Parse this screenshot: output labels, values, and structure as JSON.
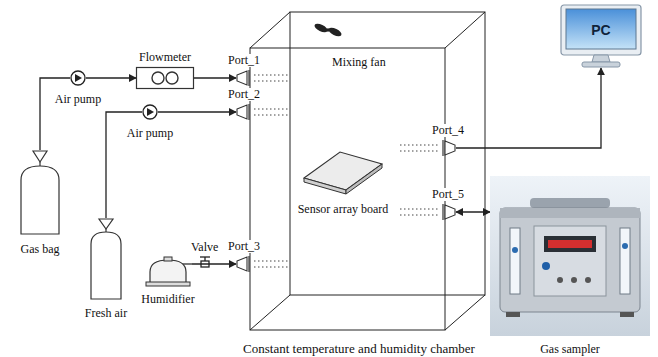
{
  "diagram": {
    "nodes": [
      {
        "text": [
          "Gas bag"
        ]
      },
      {
        "text": [
          "Air pump"
        ]
      },
      {
        "text": [
          "Flowmeter"
        ]
      },
      {
        "text": [
          "Fresh air"
        ]
      },
      {
        "text": [
          "Air pump"
        ]
      },
      {
        "text": [
          "Humidifier"
        ]
      },
      {
        "text": [
          "Constant temperature and humidity chamber"
        ]
      },
      {
        "text": [
          "Port_1"
        ],
        "in": 6
      },
      {
        "text": [
          "Port_2"
        ],
        "in": 6
      },
      {
        "text": [
          "Port_3"
        ],
        "in": 6
      },
      {
        "text": [
          "Sensor array board"
        ],
        "in": 6
      },
      {
        "text": [
          "Port_4"
        ],
        "in": 6
      },
      {
        "text": [
          "Port_5"
        ],
        "in": 6
      },
      {
        "text": [
          "PC"
        ]
      },
      {
        "text": [
          "Gas sampler"
        ]
      }
    ],
    "edges": [
      {
        "from": 0,
        "to": 1,
        "arrow": "none"
      },
      {
        "from": 1,
        "to": 2,
        "arrow": "to"
      },
      {
        "from": 2,
        "to": 7,
        "arrow": "to"
      },
      {
        "from": 3,
        "to": 4,
        "arrow": "none"
      },
      {
        "from": 4,
        "to": 8,
        "arrow": "to"
      },
      {
        "from": 5,
        "to": 9,
        "arrow": "to"
      },
      {
        "from": 11,
        "to": 13,
        "arrow": "to"
      },
      {
        "from": 12,
        "to": 14,
        "arrow": "both"
      }
    ],
    "labels": [
      "Mixing fan",
      "Valve"
    ]
  }
}
